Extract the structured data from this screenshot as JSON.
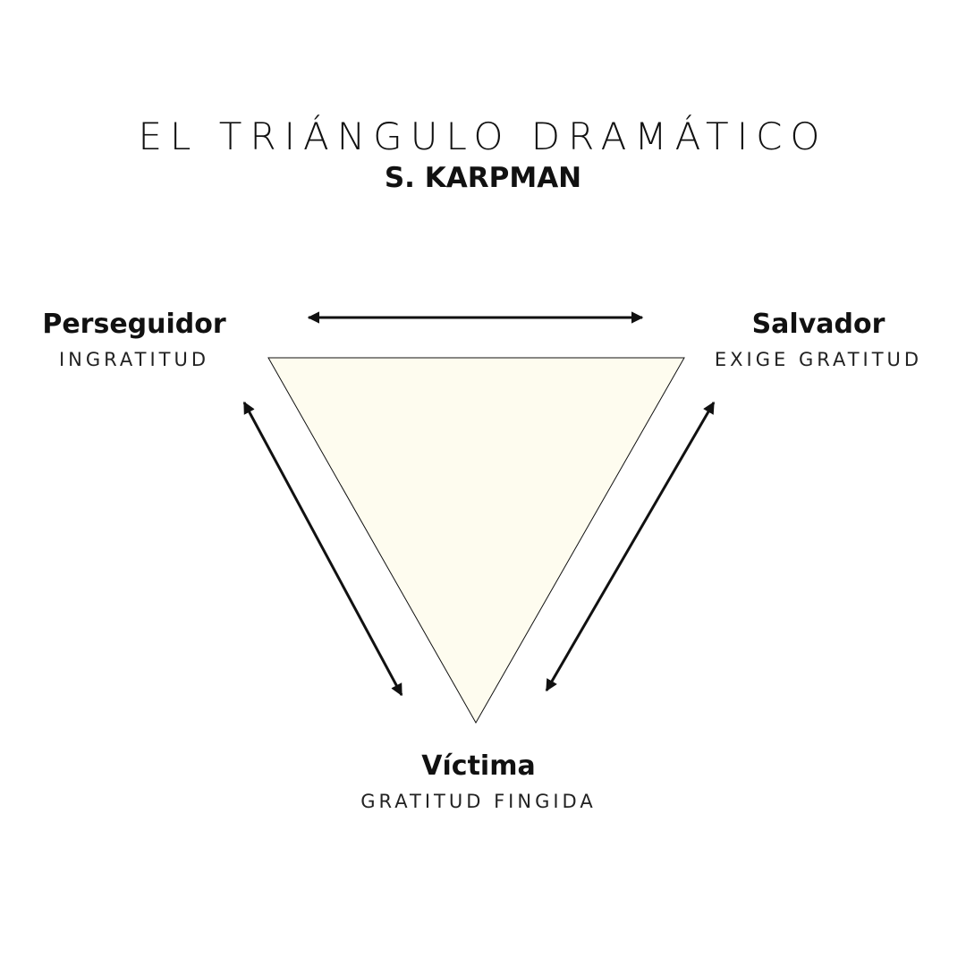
{
  "header": {
    "title": "EL TRIÁNGULO DRAMÁTICO",
    "subtitle": "S. KARPMAN"
  },
  "roles": {
    "perseguidor": {
      "name": "Perseguidor",
      "trait": "INGRATITUD"
    },
    "salvador": {
      "name": "Salvador",
      "trait": "EXIGE GRATITUD"
    },
    "victima": {
      "name": "Víctima",
      "trait": "GRATITUD FINGIDA"
    }
  },
  "colors": {
    "triangle_fill": "#fefcef",
    "stroke": "#111111"
  }
}
